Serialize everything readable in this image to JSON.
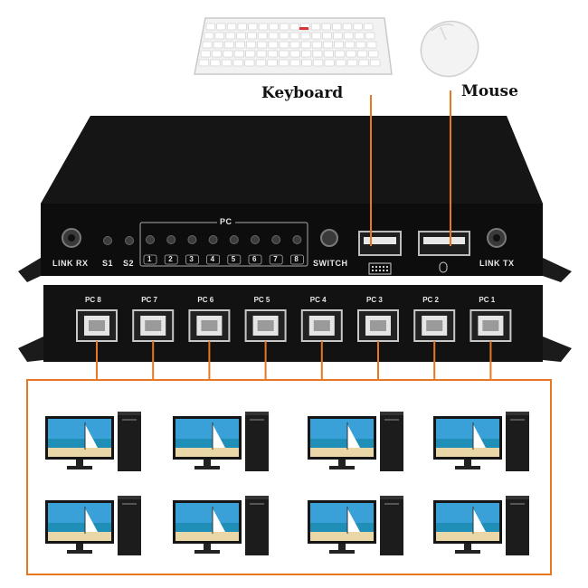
{
  "peripherals": {
    "keyboard_label": "Keyboard",
    "mouse_label": "Mouse"
  },
  "switch_front": {
    "link_rx": "LINK RX",
    "s1": "S1",
    "s2": "S2",
    "pc_group_label": "PC",
    "pc_led_numbers": [
      "1",
      "2",
      "3",
      "4",
      "5",
      "6",
      "7",
      "8"
    ],
    "switch_label": "SWITCH",
    "link_tx": "LINK TX"
  },
  "switch_rear": {
    "ports": [
      "PC 8",
      "PC 7",
      "PC 6",
      "PC 5",
      "PC 4",
      "PC 3",
      "PC 2",
      "PC 1"
    ]
  },
  "computers": {
    "count": 8
  },
  "colors": {
    "accent": "#e87722",
    "device_body": "#1a1a1a",
    "device_top": "#0f0f0f",
    "screen_sky": "#3aa0d8",
    "sea": "#1f8fb8",
    "sand": "#e9d7a8"
  }
}
